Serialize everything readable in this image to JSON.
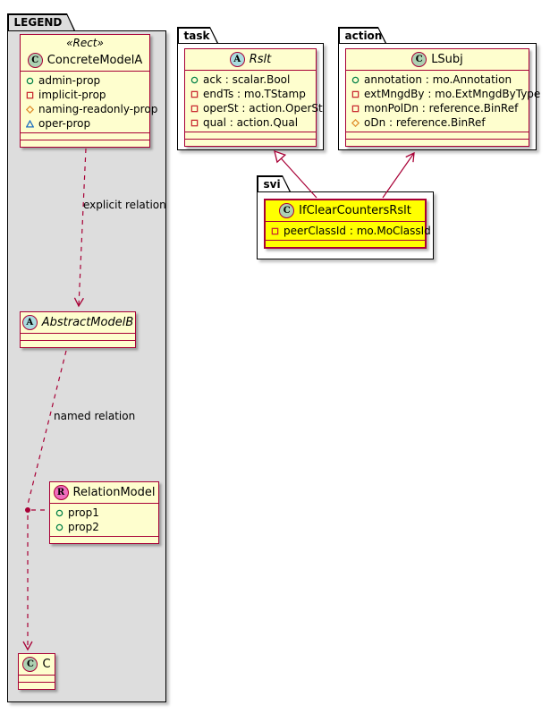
{
  "colors": {
    "maroon": "#A80036",
    "class_bg": "#FEFECE",
    "highlight": "#FFFF00",
    "legend_bg": "#DDDDDD",
    "spot_c": "#ADD1B2",
    "spot_a": "#A9DCDF",
    "spot_r": "#F06EBE",
    "icon_circle": "#038048",
    "icon_square": "#C82930",
    "icon_diamond": "#E09030",
    "icon_triangle": "#1E6FBF"
  },
  "legend": {
    "tab_label": "LEGEND",
    "concrete": {
      "stereotype": "«Rect»",
      "spot": "C",
      "name": "ConcreteModelA",
      "props": [
        {
          "icon": "circle-icon",
          "text": "admin-prop"
        },
        {
          "icon": "square-icon",
          "text": "implicit-prop"
        },
        {
          "icon": "diamond-icon",
          "text": "naming-readonly-prop"
        },
        {
          "icon": "triangle-icon",
          "text": "oper-prop"
        }
      ]
    },
    "explicit_relation_label": "explicit relation",
    "abstract": {
      "spot": "A",
      "name": "AbstractModelB"
    },
    "named_relation_label": "named relation",
    "relation": {
      "spot": "R",
      "name": "RelationModel",
      "props": [
        {
          "icon": "circle-icon",
          "text": "prop1"
        },
        {
          "icon": "circle-icon",
          "text": "prop2"
        }
      ]
    },
    "c_class": {
      "spot": "C",
      "name": "C"
    }
  },
  "task": {
    "tab_label": "task",
    "rslt": {
      "spot": "A",
      "name": "Rslt",
      "props": [
        {
          "icon": "circle-icon",
          "text": "ack : scalar.Bool"
        },
        {
          "icon": "square-icon",
          "text": "endTs : mo.TStamp"
        },
        {
          "icon": "square-icon",
          "text": "operSt : action.OperSt"
        },
        {
          "icon": "square-icon",
          "text": "qual : action.Qual"
        }
      ]
    }
  },
  "action": {
    "tab_label": "action",
    "lsubj": {
      "spot": "C",
      "name": "LSubj",
      "props": [
        {
          "icon": "circle-icon",
          "text": "annotation : mo.Annotation"
        },
        {
          "icon": "square-icon",
          "text": "extMngdBy : mo.ExtMngdByType"
        },
        {
          "icon": "square-icon",
          "text": "monPolDn : reference.BinRef"
        },
        {
          "icon": "diamond-icon",
          "text": "oDn : reference.BinRef"
        }
      ]
    }
  },
  "svi": {
    "tab_label": "svi",
    "if_clear": {
      "spot": "C",
      "name": "IfClearCountersRslt",
      "props": [
        {
          "icon": "square-icon",
          "text": "peerClassId : mo.MoClassId"
        }
      ]
    }
  }
}
